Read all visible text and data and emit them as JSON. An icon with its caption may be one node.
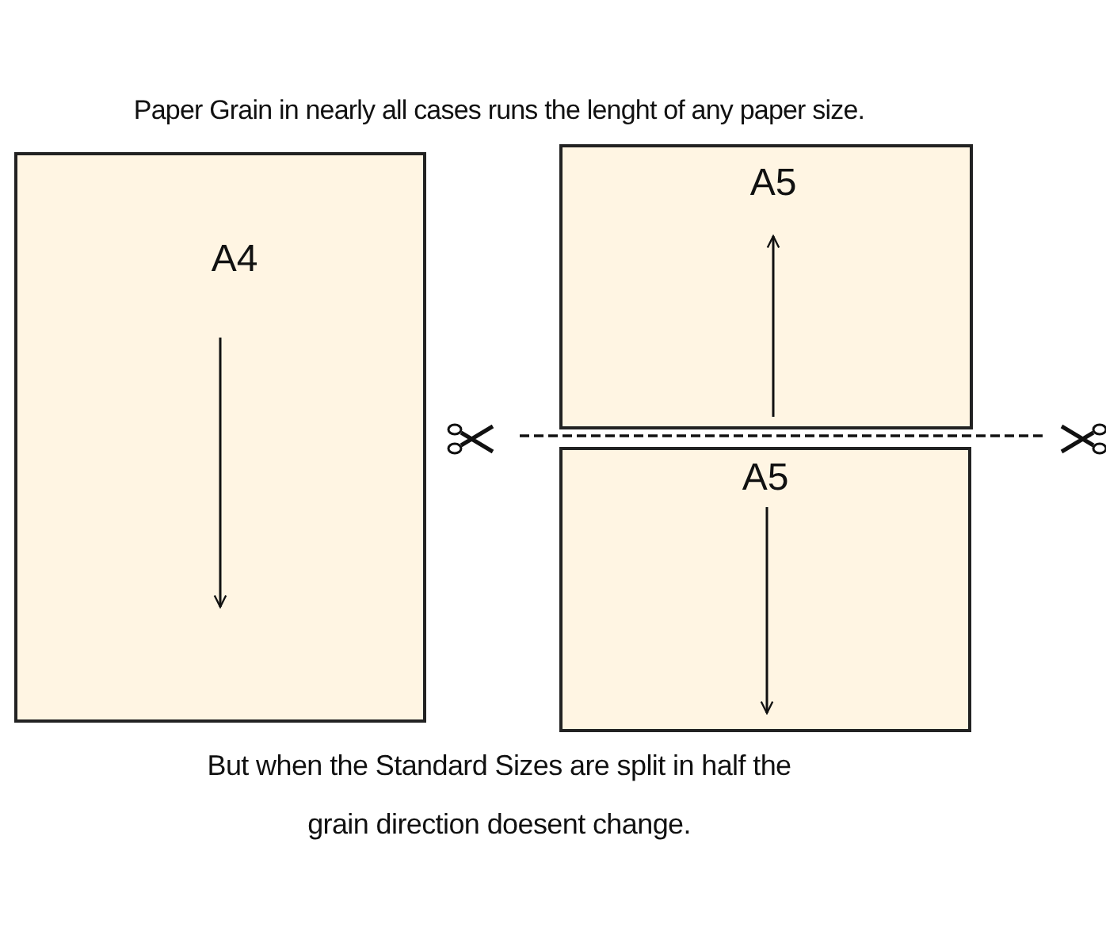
{
  "diagram": {
    "title": "Paper Grain in nearly all cases runs the lenght of any paper size.",
    "caption": "But when the Standard Sizes are split in half the grain direction doesent change.",
    "nodes": [
      {
        "text": [
          "A4"
        ]
      },
      {
        "text": [
          "A5"
        ]
      },
      {
        "text": [
          "A5"
        ]
      }
    ]
  }
}
